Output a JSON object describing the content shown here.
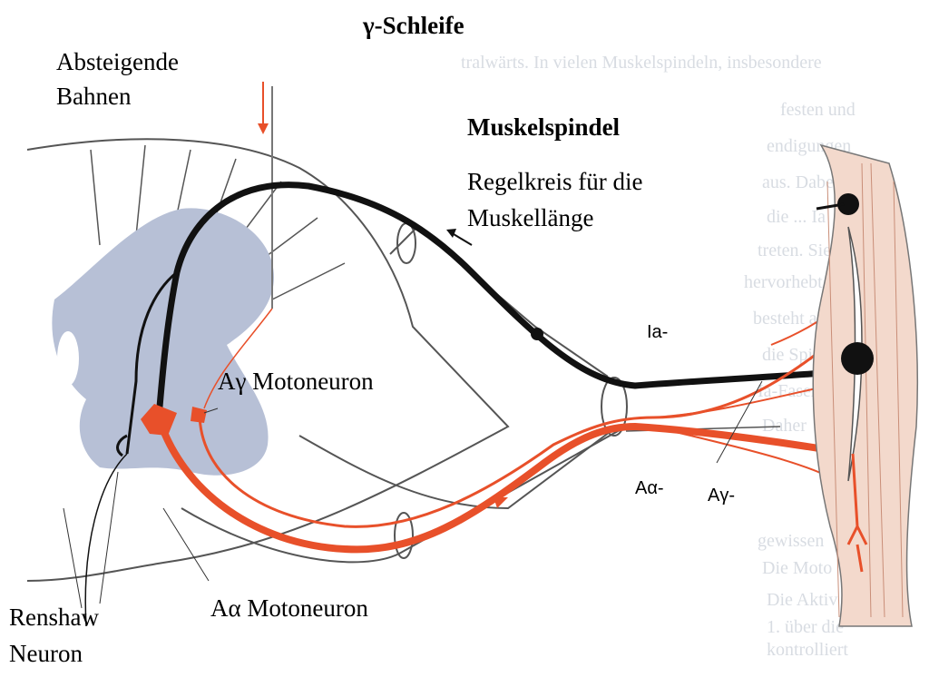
{
  "title": "γ-Schleife",
  "labels": {
    "absteigende": "Absteigende",
    "bahnen": "Bahnen",
    "muskelspindel": "Muskelspindel",
    "regelkreis_1": "Regelkreis für die",
    "regelkreis_2": "Muskellänge",
    "a_gamma_motoneuron": "Aγ  Motoneuron",
    "a_alpha_motoneuron": "Aα Motoneuron",
    "renshaw": "Renshaw",
    "neuron": "Neuron",
    "ia": "Ia-",
    "a_alpha_fiber": "Aα-",
    "a_gamma_fiber": "Aγ-"
  },
  "background_text": [
    "tralwärts. In vielen Muskelspindeln, insbesondere",
    "festen und",
    "endigungen",
    "aus. Dabei",
    "die ... Ia",
    "treten. Sie",
    "hervorhebt.",
    "besteht aus",
    "die Spindel",
    "Ia-Fasern",
    "Daher",
    "gewissen",
    "Die Moto",
    "Die Aktiv",
    "1. über die",
    "kontrolliert"
  ],
  "colors": {
    "red": "#e8502a",
    "black": "#111111",
    "gray_matter": "#b7c0d6",
    "muscle": "#f3d9cc",
    "outline": "#555555",
    "bg_text": "#b9c0cc"
  }
}
